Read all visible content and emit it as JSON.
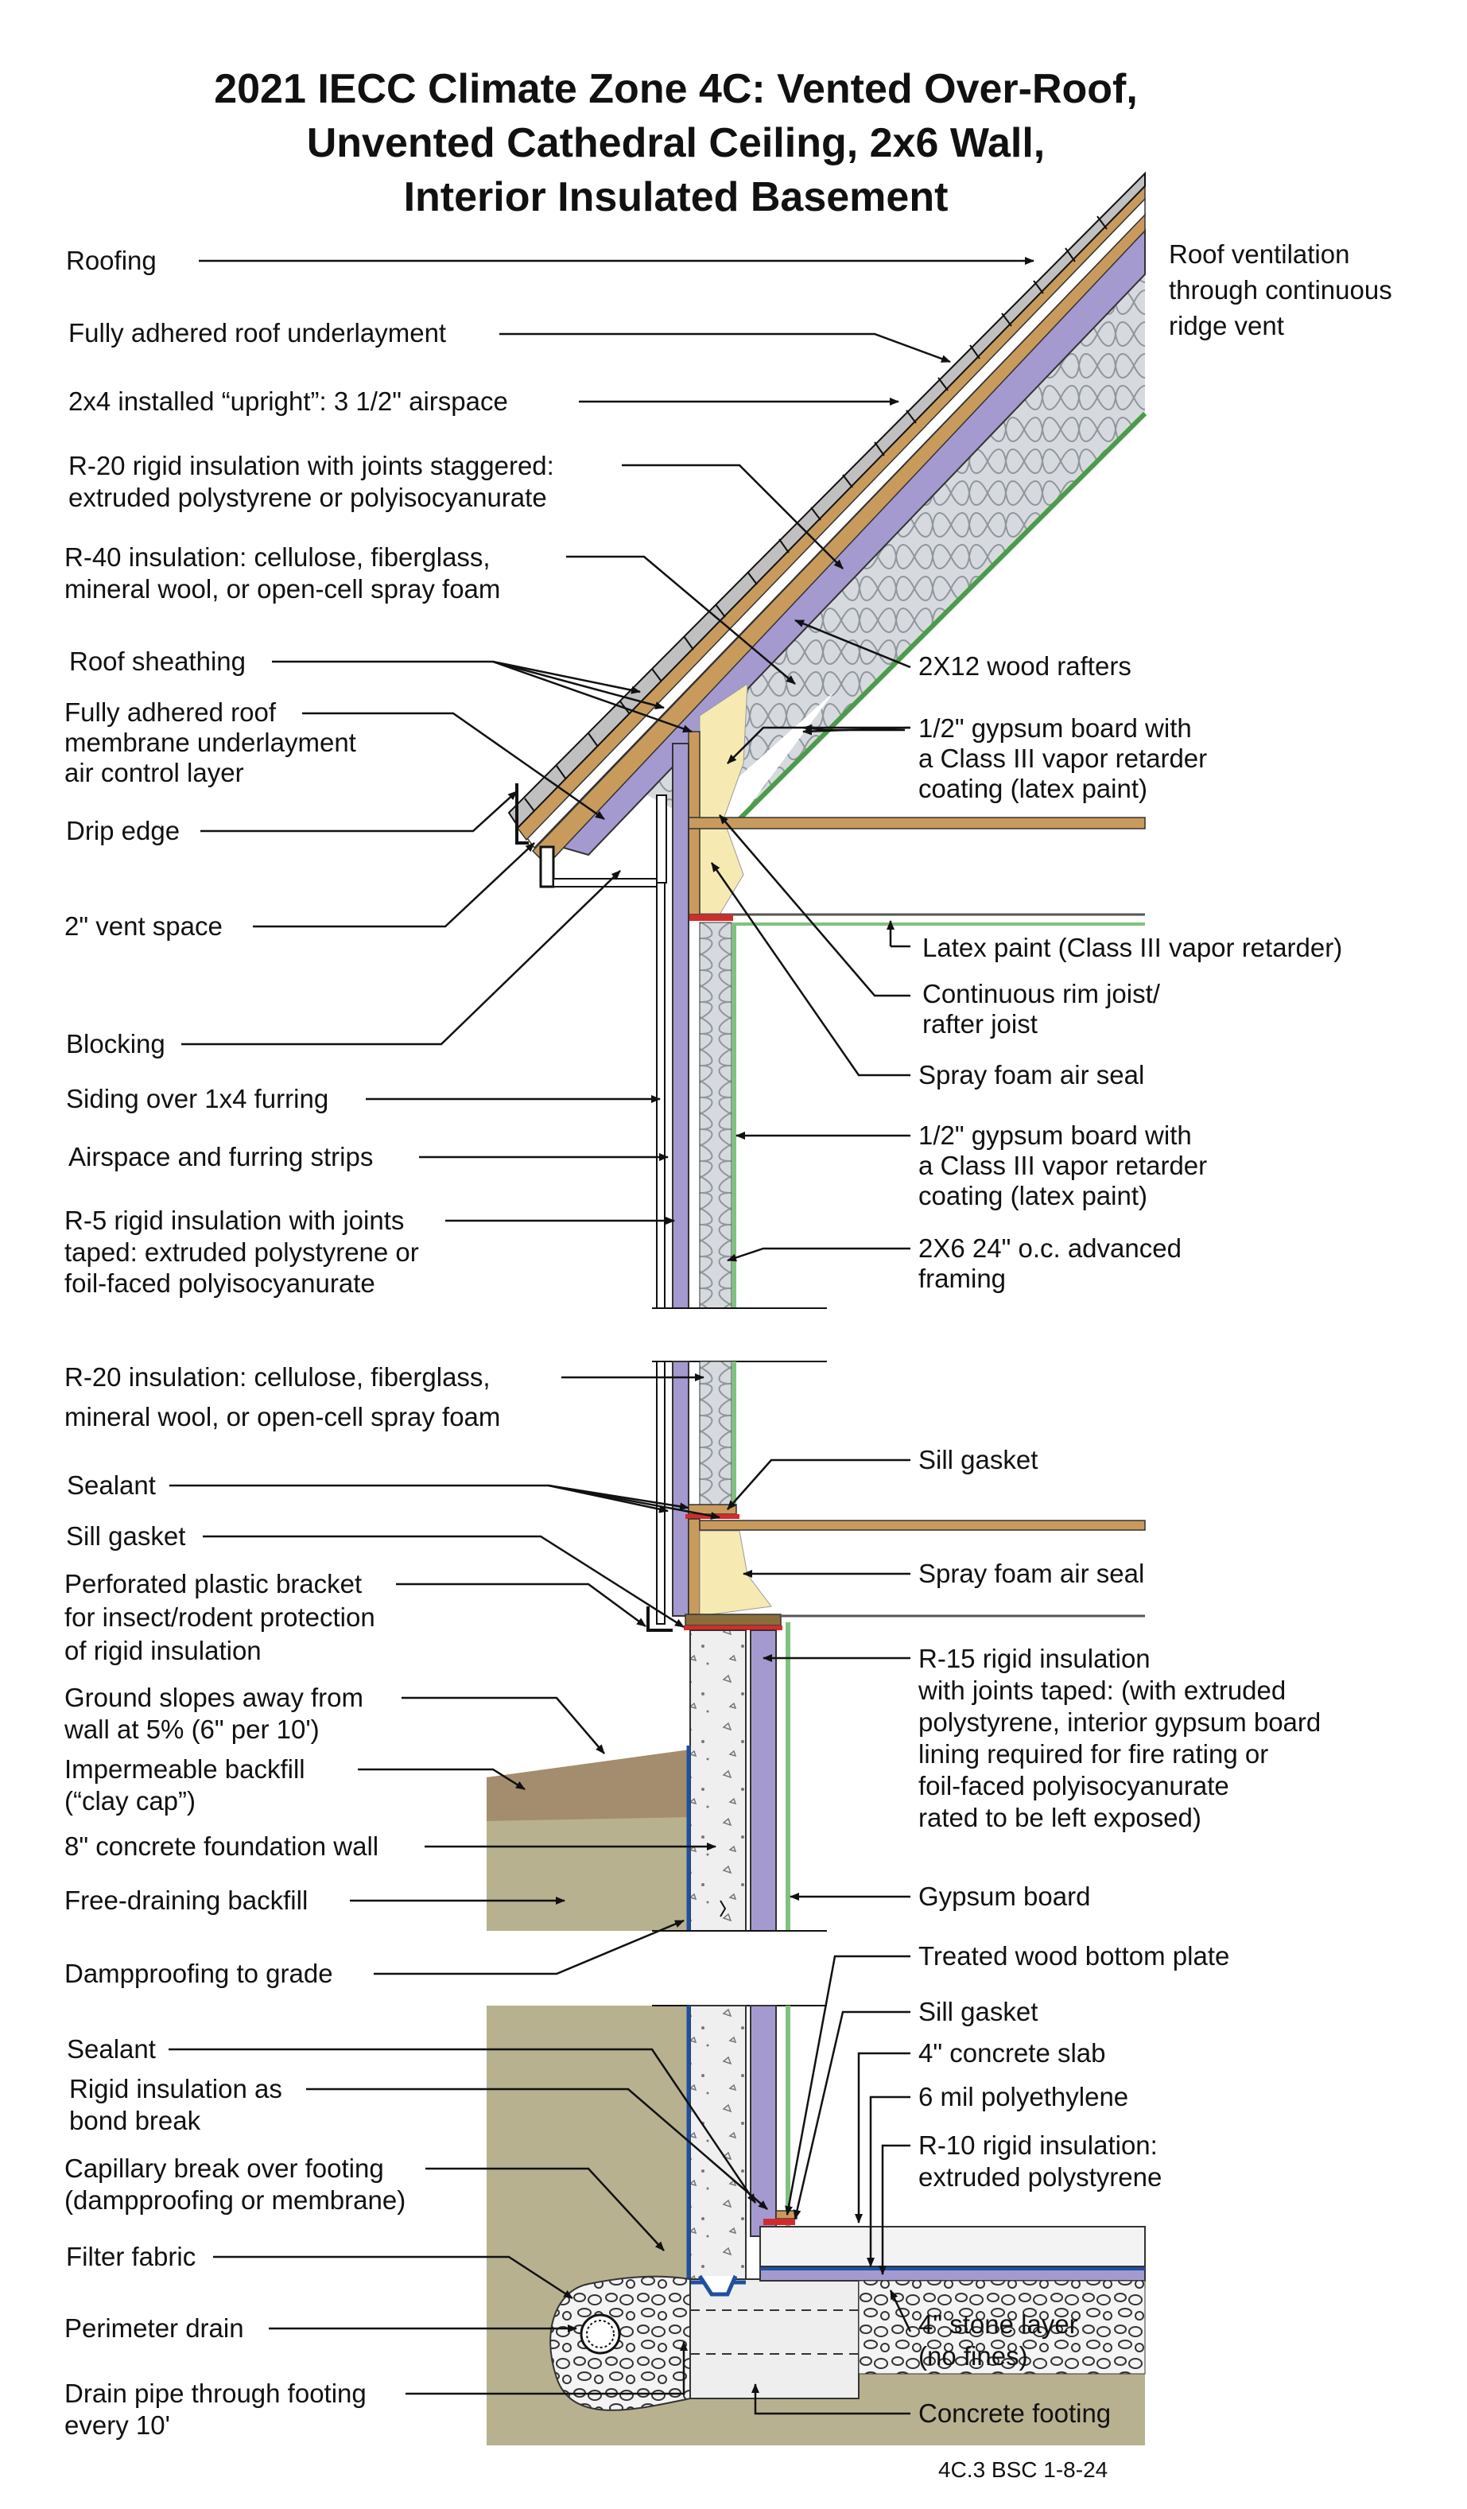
{
  "title": {
    "line1": "2021 IECC Climate Zone 4C: Vented Over-Roof,",
    "line2": "Unvented Cathedral Ceiling, 2x6 Wall,",
    "line3": "Interior Insulated Basement"
  },
  "labels_left": {
    "roofing": "Roofing",
    "fully_adhered_underlayment": "Fully adhered roof underlayment",
    "upright_2x4": "2x4 installed “upright”: 3 1/2\" airspace",
    "r20_rigid_1": "R-20 rigid insulation with joints staggered:",
    "r20_rigid_2": "extruded polystyrene or polyisocyanurate",
    "r40_1": "R-40 insulation: cellulose, fiberglass,",
    "r40_2": "mineral wool, or open-cell spray foam",
    "roof_sheathing": "Roof sheathing",
    "membrane_1": "Fully adhered roof",
    "membrane_2": "membrane underlayment",
    "membrane_3": "air control layer",
    "drip_edge": "Drip edge",
    "vent_space": "2\" vent space",
    "blocking": "Blocking",
    "siding": "Siding over 1x4 furring",
    "airspace_furring": "Airspace and furring strips",
    "r5_1": "R-5 rigid insulation with joints",
    "r5_2": "taped: extruded polystyrene or",
    "r5_3": "foil-faced polyisocyanurate",
    "r20_ins_1": "R-20 insulation: cellulose, fiberglass,",
    "r20_ins_2": "mineral wool, or open-cell spray foam",
    "sealant_1": "Sealant",
    "sill_gasket_1": "Sill gasket",
    "bracket_1": "Perforated plastic bracket",
    "bracket_2": "for insect/rodent protection",
    "bracket_3": "of rigid insulation",
    "ground_1": "Ground slopes away from",
    "ground_2": "wall at 5% (6\" per 10')",
    "backfill_1": "Impermeable backfill",
    "backfill_2": "(“clay cap”)",
    "foundation_wall": "8\" concrete foundation wall",
    "free_draining": "Free-draining backfill",
    "dampproofing": "Dampproofing to grade",
    "sealant_2": "Sealant",
    "bond_break_1": "Rigid insulation as",
    "bond_break_2": "bond break",
    "capillary_1": "Capillary break over footing",
    "capillary_2": "(dampproofing or membrane)",
    "filter_fabric": "Filter fabric",
    "perimeter_drain": "Perimeter drain",
    "drain_pipe_1": "Drain pipe through footing",
    "drain_pipe_2": "every 10'"
  },
  "labels_right": {
    "roof_vent_1": "Roof ventilation",
    "roof_vent_2": "through continuous",
    "roof_vent_3": "ridge vent",
    "rafters": "2X12 wood rafters",
    "gyp_ceiling_1": "1/2\" gypsum board with",
    "gyp_ceiling_2": "a Class III vapor retarder",
    "gyp_ceiling_3": "coating (latex paint)",
    "latex_paint": "Latex paint (Class III vapor retarder)",
    "rim_joist_1": "Continuous rim joist/",
    "rim_joist_2": "rafter joist",
    "spray_foam_1": "Spray foam air seal",
    "gyp_wall_1": "1/2\" gypsum board with",
    "gyp_wall_2": "a Class III vapor retarder",
    "gyp_wall_3": "coating (latex paint)",
    "framing_1": "2X6 24\" o.c. advanced",
    "framing_2": "framing",
    "sill_gasket_2": "Sill gasket",
    "spray_foam_2": "Spray foam air seal",
    "r15_1": "R-15 rigid insulation",
    "r15_2": "with joints taped: (with extruded",
    "r15_3": "polystyrene, interior gypsum board",
    "r15_4": "lining required for fire rating or",
    "r15_5": "foil-faced polyisocyanurate",
    "r15_6": "rated to be left exposed)",
    "gypsum_board": "Gypsum board",
    "bottom_plate": "Treated wood bottom plate",
    "sill_gasket_3": "Sill gasket",
    "slab": "4\" concrete slab",
    "poly": "6 mil polyethylene",
    "r10_1": "R-10 rigid insulation:",
    "r10_2": "extruded polystyrene",
    "stone_1": "4\" stone layer",
    "stone_2": "(no fines)",
    "footing": "Concrete footing"
  },
  "footer": "4C.3 BSC 1-8-24",
  "colors": {
    "insulation_purple": "#a49ad0",
    "batt_insulation": "#d4d9dd",
    "gypsum_green": "#7fc27f",
    "wood": "#c89b5d",
    "spray_foam": "#f6eab2",
    "concrete": "#eeeeee",
    "soil": "#b8b190",
    "clay_cap": "#a48d6e",
    "dampproofing_blue": "#1f4fa0",
    "sealant_red": "#d22b2b"
  }
}
